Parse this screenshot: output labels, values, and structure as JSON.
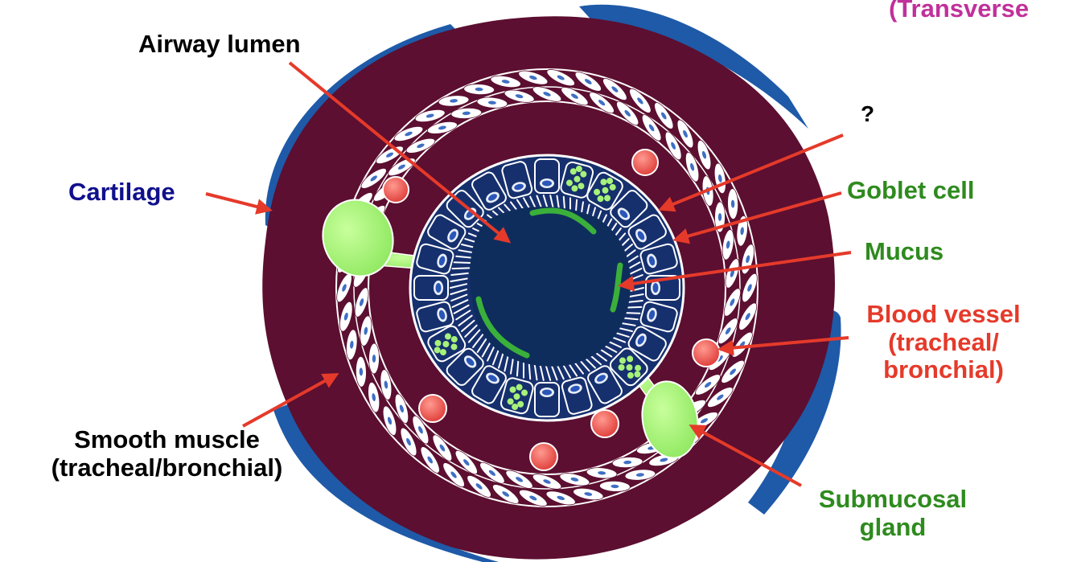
{
  "title": "(Transverse",
  "labels": {
    "airway_lumen": "Airway lumen",
    "cartilage": "Cartilage",
    "unknown": "?",
    "goblet_cell": "Goblet cell",
    "mucus": "Mucus",
    "blood_vessel": [
      "Blood vessel",
      "(tracheal/",
      "bronchial)"
    ],
    "smooth_muscle": [
      "Smooth muscle",
      "(tracheal/bronchial)"
    ],
    "submucosal_gland": [
      "Submucosal",
      "gland"
    ]
  },
  "colors": {
    "title": "#c0309a",
    "black_label": "#000000",
    "blue_label": "#10108c",
    "green_label": "#2e8b1e",
    "red_label": "#e53a2a",
    "arrow": "#e53a2a",
    "connective_tissue": "#5c0f30",
    "cartilage": "#1e5aa8",
    "epithelium": "#16306e",
    "lumen": "#0f2d5c",
    "mucus": "#3ab03a",
    "gland": "#a6f27a",
    "goblet_dots": "#a6f27a",
    "vessel": "#ee5a55"
  }
}
